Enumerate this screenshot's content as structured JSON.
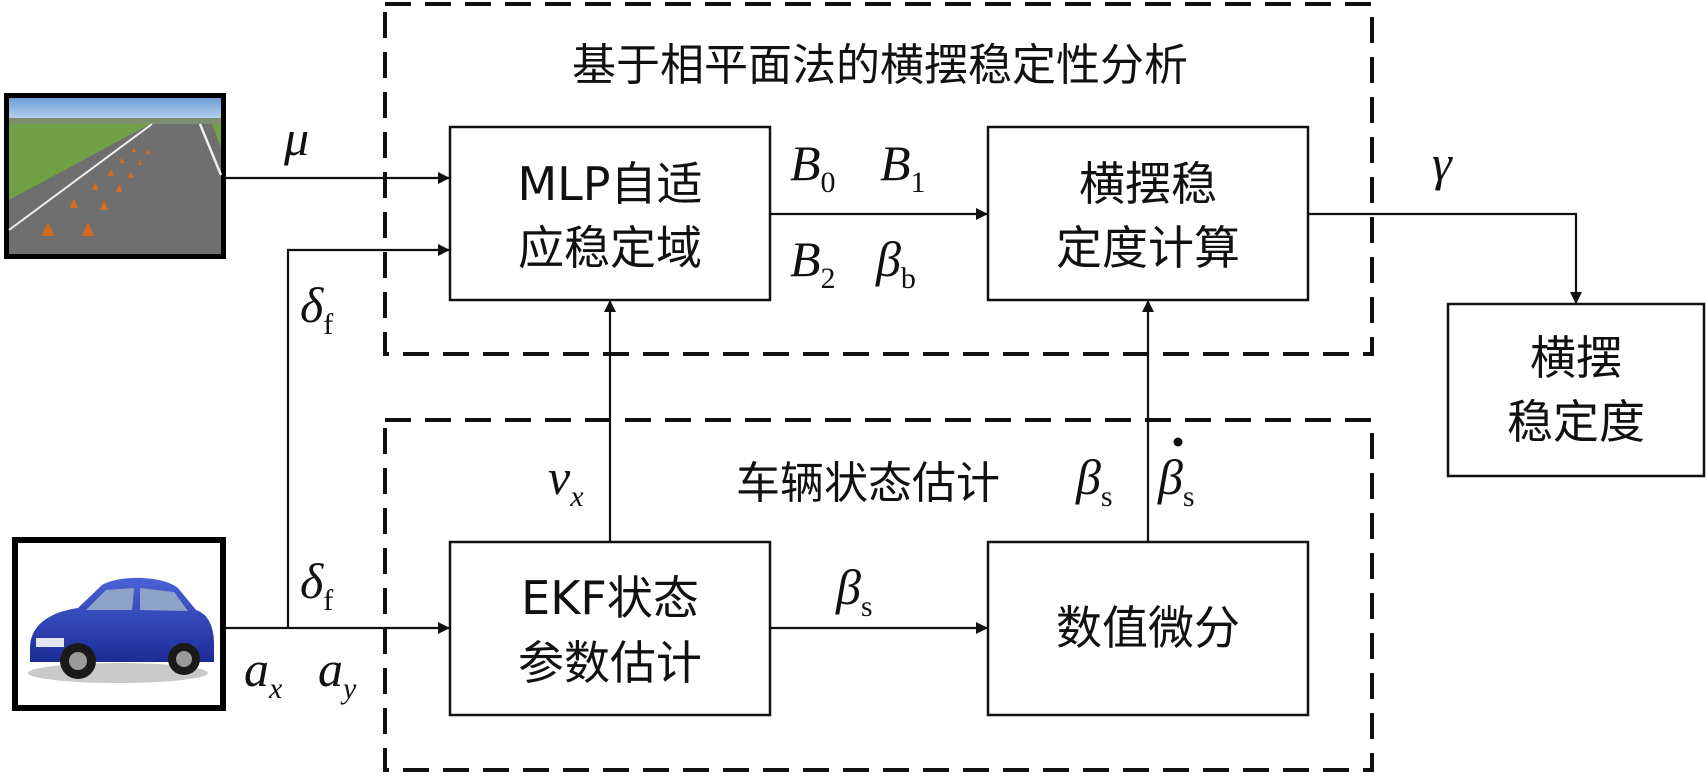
{
  "groups": {
    "stability_analysis": "基于相平面法的横摆稳定性分析",
    "state_estimation": "车辆状态估计"
  },
  "blocks": {
    "mlp_line1": "MLP自适",
    "mlp_line2": "应稳定域",
    "yaw_calc_line1": "横摆稳",
    "yaw_calc_line2": "定度计算",
    "output_line1": "横摆",
    "output_line2": "稳定度",
    "ekf_line1": "EKF状态",
    "ekf_line2": "参数估计",
    "numdiff": "数值微分"
  },
  "signals": {
    "mu": "μ",
    "delta": "δ",
    "f_sub": "f",
    "B": "B",
    "sub0": "0",
    "sub1": "1",
    "sub2": "2",
    "beta": "β",
    "b_sub": "b",
    "s_sub": "s",
    "gamma": "γ",
    "v": "v",
    "a": "a",
    "x_sub": "x",
    "y_sub": "y"
  },
  "images": {
    "road": "road-with-cones-image",
    "car": "blue-sedan-image"
  }
}
